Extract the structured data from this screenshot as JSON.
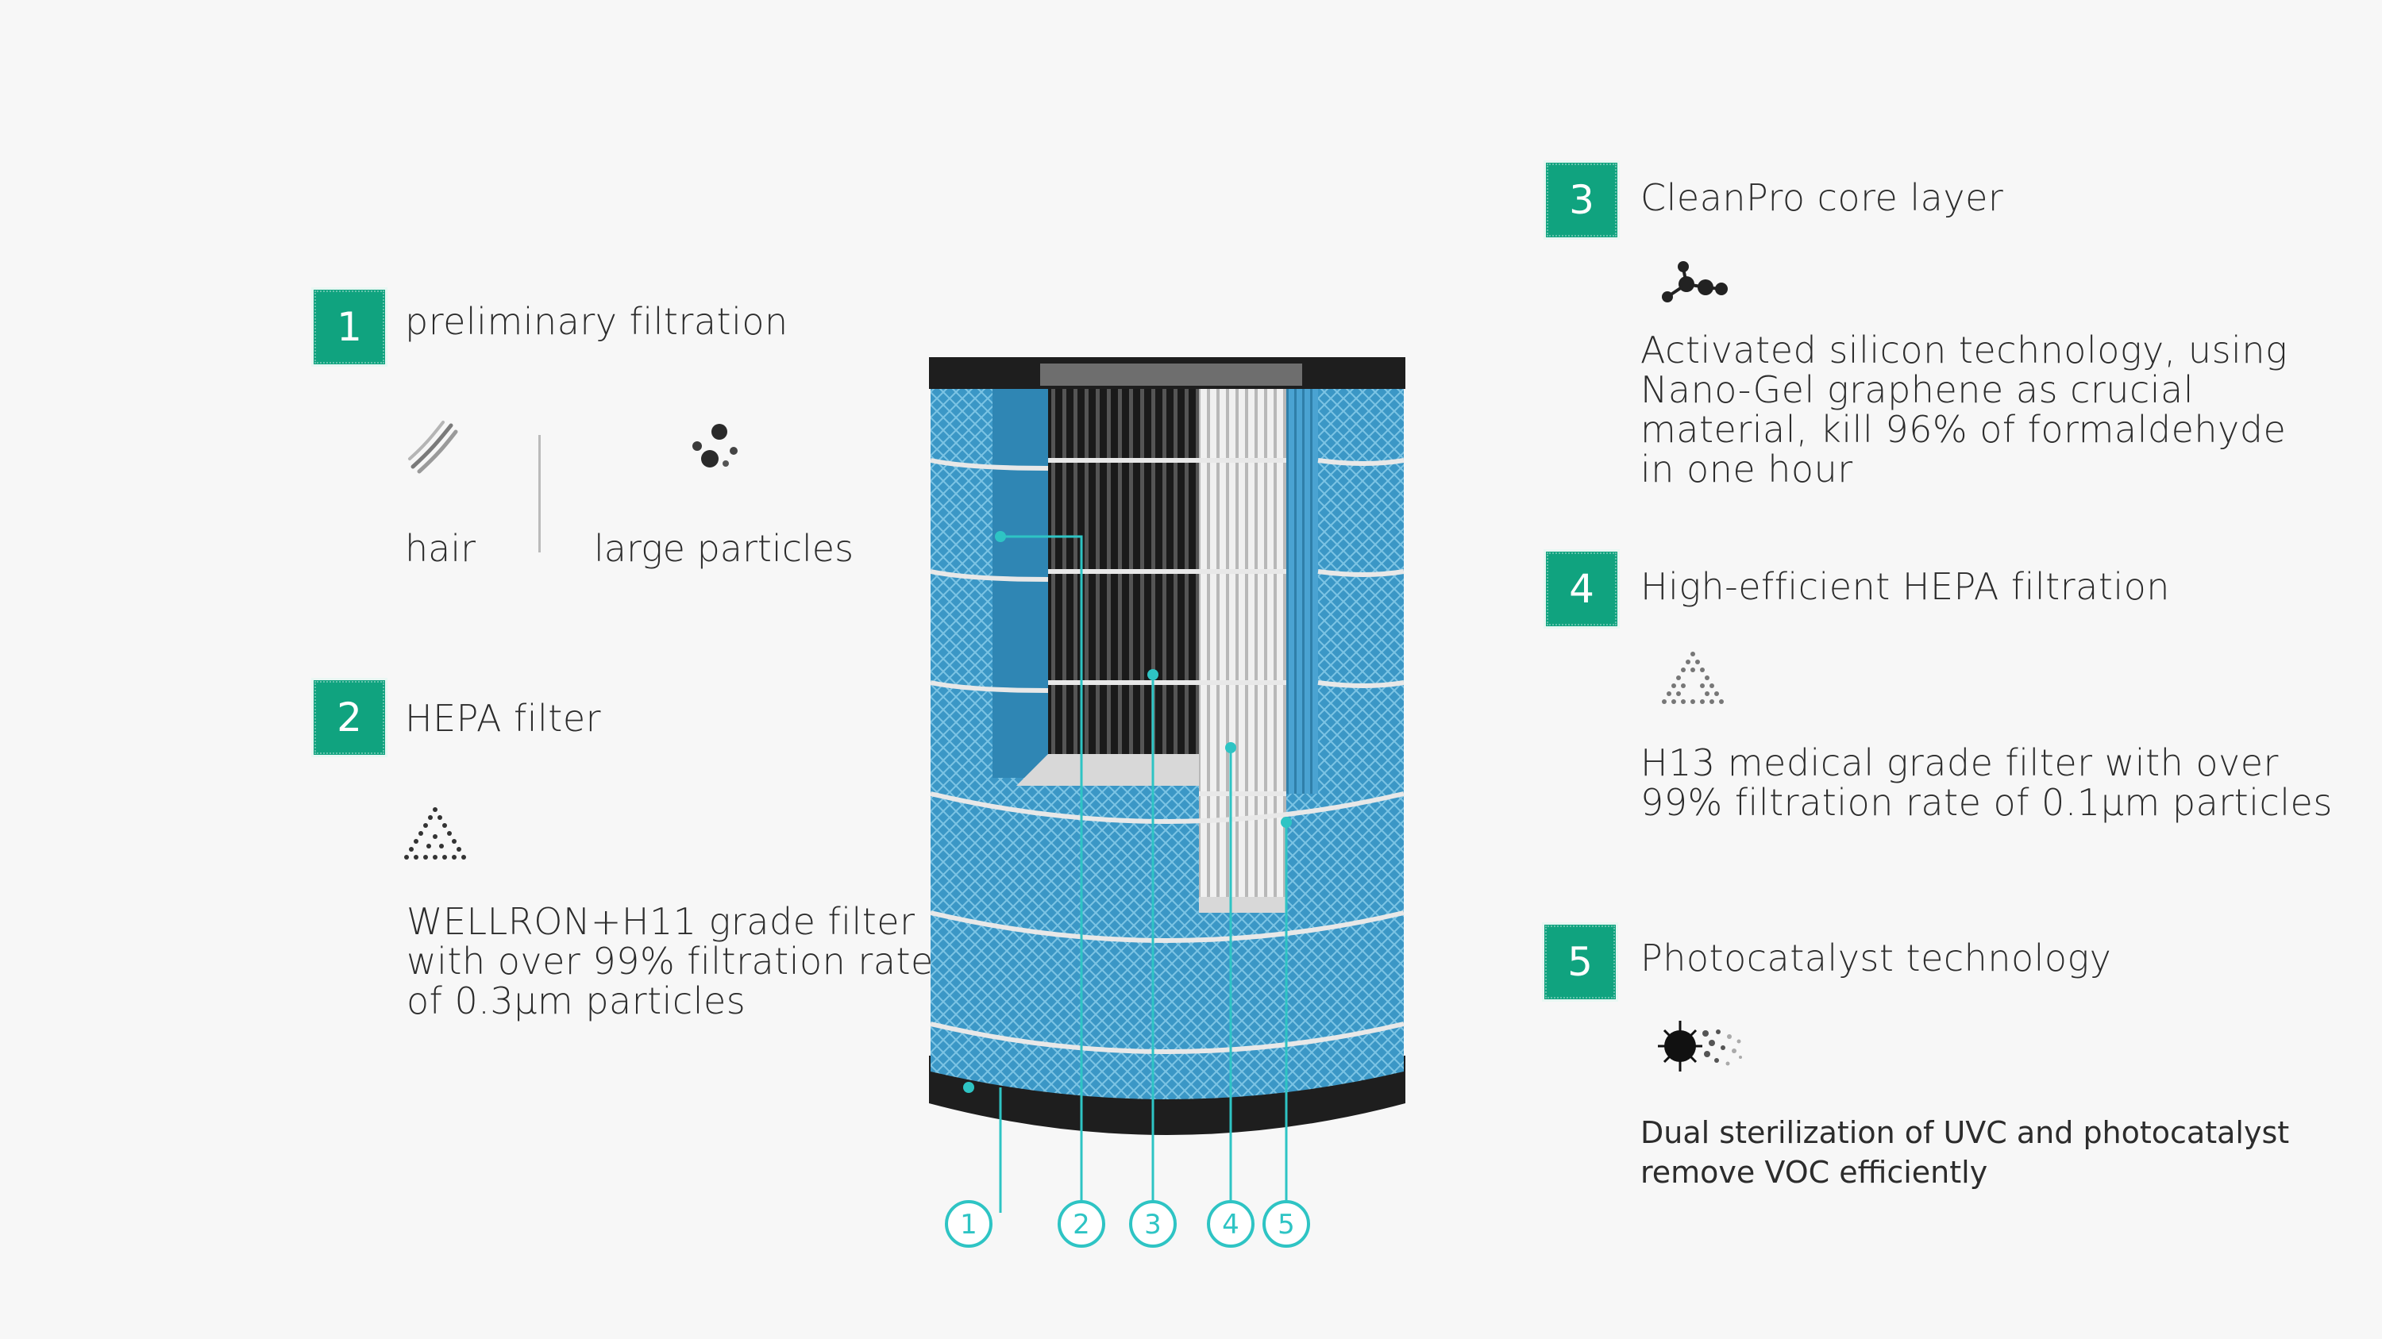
{
  "sections": {
    "s1": {
      "number": "1",
      "title": "preliminary filtration",
      "item_a": "hair",
      "item_b": "large particles"
    },
    "s2": {
      "number": "2",
      "title": "HEPA filter",
      "desc": [
        "WELLRON+H11 grade filter",
        "with over 99% filtration rate",
        "of 0.3μm particles"
      ]
    },
    "s3": {
      "number": "3",
      "title": "CleanPro core layer",
      "desc": [
        "Activated silicon technology, using",
        "Nano-Gel graphene as crucial",
        "material, kill 96% of formaldehyde",
        "in one hour"
      ]
    },
    "s4": {
      "number": "4",
      "title": "High-efficient HEPA filtration",
      "desc": [
        "H13 medical grade filter with over",
        "99% filtration rate of 0.1μm particles"
      ]
    },
    "s5": {
      "number": "5",
      "title": "Photocatalyst technology",
      "desc": [
        "Dual sterilization of UVC and photocatalyst",
        "remove VOC efficiently"
      ]
    }
  },
  "callouts": [
    "1",
    "2",
    "3",
    "4",
    "5"
  ],
  "icons": [
    "hair-icon",
    "particles-icon",
    "molecule-icon",
    "hepa-icon",
    "virus-icon"
  ],
  "colors": {
    "badge": "#10a37f",
    "callout": "#2ec4c4",
    "filter_blue": "#3a9ac9"
  }
}
